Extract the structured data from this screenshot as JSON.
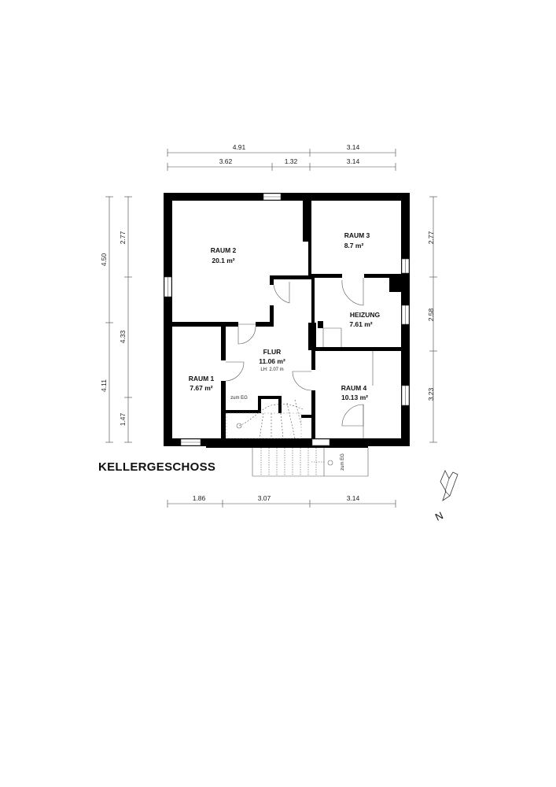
{
  "title": "KELLERGESCHOSS",
  "north_label": "N",
  "rooms": {
    "raum2": {
      "name": "RAUM 2",
      "area": "20.1 m²"
    },
    "raum3": {
      "name": "RAUM 3",
      "area": "8.7 m²"
    },
    "heizung": {
      "name": "HEIZUNG",
      "area": "7.61 m²"
    },
    "flur": {
      "name": "FLUR",
      "area": "11.06 m²",
      "note": "LH: 2.07 m"
    },
    "raum1": {
      "name": "RAUM 1",
      "area": "7.67 m²"
    },
    "raum4": {
      "name": "RAUM 4",
      "area": "10.13 m²"
    }
  },
  "stair_labels": {
    "flur": "zum EG",
    "outside": "zum EG"
  },
  "dimensions": {
    "top_row1": [
      "4.91",
      "3.14"
    ],
    "top_row2": [
      "3.62",
      "1.32",
      "3.14"
    ],
    "left_outer": [
      "4.50",
      "4.11"
    ],
    "left_inner": [
      "2.77",
      "4.33",
      "1.47"
    ],
    "right": [
      "2.77",
      "2.58",
      "3.23"
    ],
    "bottom": [
      "1.86",
      "3.07",
      "3.14"
    ]
  }
}
